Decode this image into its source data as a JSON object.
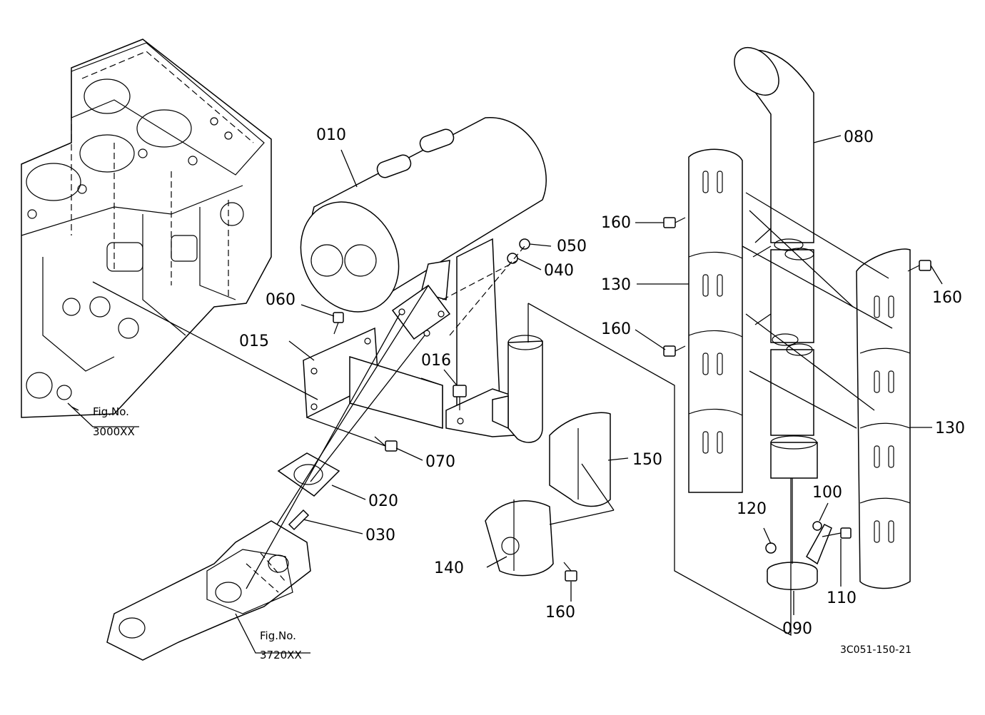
{
  "callouts": [
    {
      "id": "010",
      "text": "010"
    },
    {
      "id": "015",
      "text": "015"
    },
    {
      "id": "016",
      "text": "016"
    },
    {
      "id": "020",
      "text": "020"
    },
    {
      "id": "030",
      "text": "030"
    },
    {
      "id": "040",
      "text": "040"
    },
    {
      "id": "050",
      "text": "050"
    },
    {
      "id": "060",
      "text": "060"
    },
    {
      "id": "070",
      "text": "070"
    },
    {
      "id": "080",
      "text": "080"
    },
    {
      "id": "090",
      "text": "090"
    },
    {
      "id": "100",
      "text": "100"
    },
    {
      "id": "110",
      "text": "110"
    },
    {
      "id": "120",
      "text": "120"
    },
    {
      "id": "130",
      "text": "130"
    },
    {
      "id": "140",
      "text": "140"
    },
    {
      "id": "150",
      "text": "150"
    },
    {
      "id": "160",
      "text": "160"
    }
  ],
  "fig_refs": {
    "engine": {
      "label": "Fig.No.",
      "number": "3000XX"
    },
    "manifold": {
      "label": "Fig.No.",
      "number": "3720XX"
    }
  },
  "diagram_code": "3C051-150-21"
}
